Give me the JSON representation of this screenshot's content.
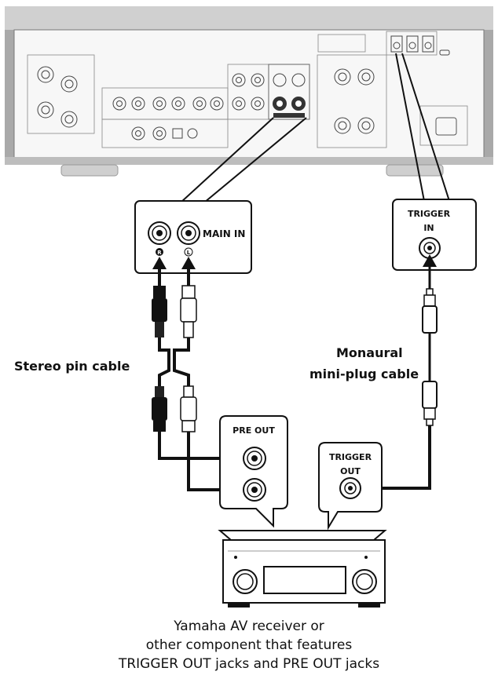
{
  "amplifier_rear_panel": {
    "main_in_label": "MAIN IN",
    "trigger_in_label_line1": "TRIGGER",
    "trigger_in_label_line2": "IN",
    "channel_right": "R",
    "channel_left": "L"
  },
  "cables": {
    "stereo_pin_cable": "Stereo pin cable",
    "mono_cable_line1": "Monaural",
    "mono_cable_line2": "mini-plug cable"
  },
  "source_component": {
    "pre_out_label": "PRE OUT",
    "trigger_out_line1": "TRIGGER",
    "trigger_out_line2": "OUT",
    "caption_line1": "Yamaha AV receiver or",
    "caption_line2": "other component that features",
    "caption_line3": "TRIGGER OUT jacks and PRE OUT jacks"
  },
  "colors": {
    "panel_fill": "#f7f7f7",
    "chassis_gray": "#a9a9a9",
    "cable_black": "#111111"
  }
}
